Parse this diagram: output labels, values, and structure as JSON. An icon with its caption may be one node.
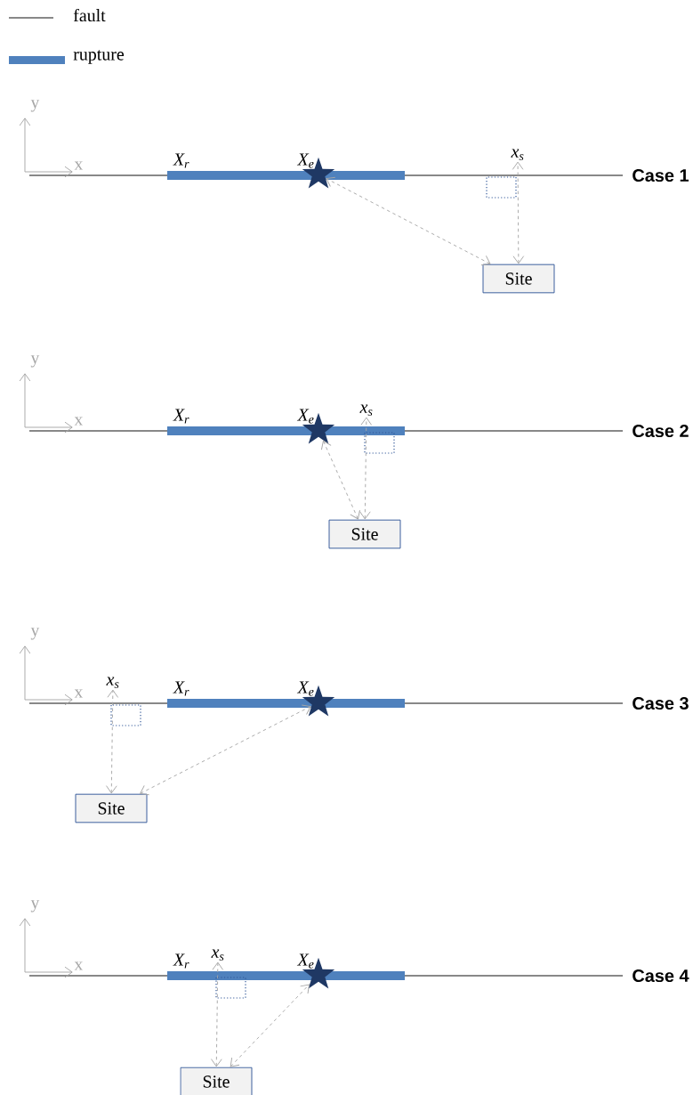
{
  "diagram": {
    "nodes": [
      {
        "text": [],
        "shape": "star",
        "beside": [
          "X$_{e}$"
        ]
      },
      {
        "text": [
          "x$_{s}$"
        ]
      },
      {
        "text": [
          "Site"
        ]
      },
      {
        "text": [],
        "shape": "star",
        "beside": [
          "X$_{e}$"
        ]
      },
      {
        "text": [
          "x$_{s}$"
        ]
      },
      {
        "text": [
          "Site"
        ]
      },
      {
        "text": [],
        "shape": "star",
        "beside": [
          "X$_{e}$"
        ]
      },
      {
        "text": [
          "x$_{s}$"
        ]
      },
      {
        "text": [
          "Site"
        ]
      },
      {
        "text": [],
        "shape": "star",
        "beside": [
          "X$_{e}$"
        ]
      },
      {
        "text": [
          "x$_{s}$"
        ]
      },
      {
        "text": [
          "Site"
        ]
      }
    ],
    "edges": [
      {
        "from": 2,
        "to": 0,
        "arrow": "both",
        "style": "dashed"
      },
      {
        "from": 2,
        "to": 1,
        "arrow": "both",
        "style": "dashed"
      },
      {
        "from": 5,
        "to": 3,
        "arrow": "both",
        "style": "dashed"
      },
      {
        "from": 5,
        "to": 4,
        "arrow": "both",
        "style": "dashed"
      },
      {
        "from": 8,
        "to": 6,
        "arrow": "both",
        "style": "dashed"
      },
      {
        "from": 8,
        "to": 7,
        "arrow": "both",
        "style": "dashed"
      },
      {
        "from": 11,
        "to": 9,
        "arrow": "both",
        "style": "dashed"
      },
      {
        "from": 11,
        "to": 10,
        "arrow": "both",
        "style": "dashed"
      }
    ],
    "labels": [
      "y",
      "x",
      "X$_{r}$",
      "Case 1",
      "y",
      "x",
      "X$_{r}$",
      "Case 2",
      "y",
      "x",
      "X$_{r}$",
      "Case 3",
      "y",
      "x",
      "X$_{r}$",
      "Case 4"
    ],
    "legend": [
      {
        "text": "fault"
      },
      {
        "text": "rupture",
        "color": "#4f81bd"
      }
    ]
  }
}
